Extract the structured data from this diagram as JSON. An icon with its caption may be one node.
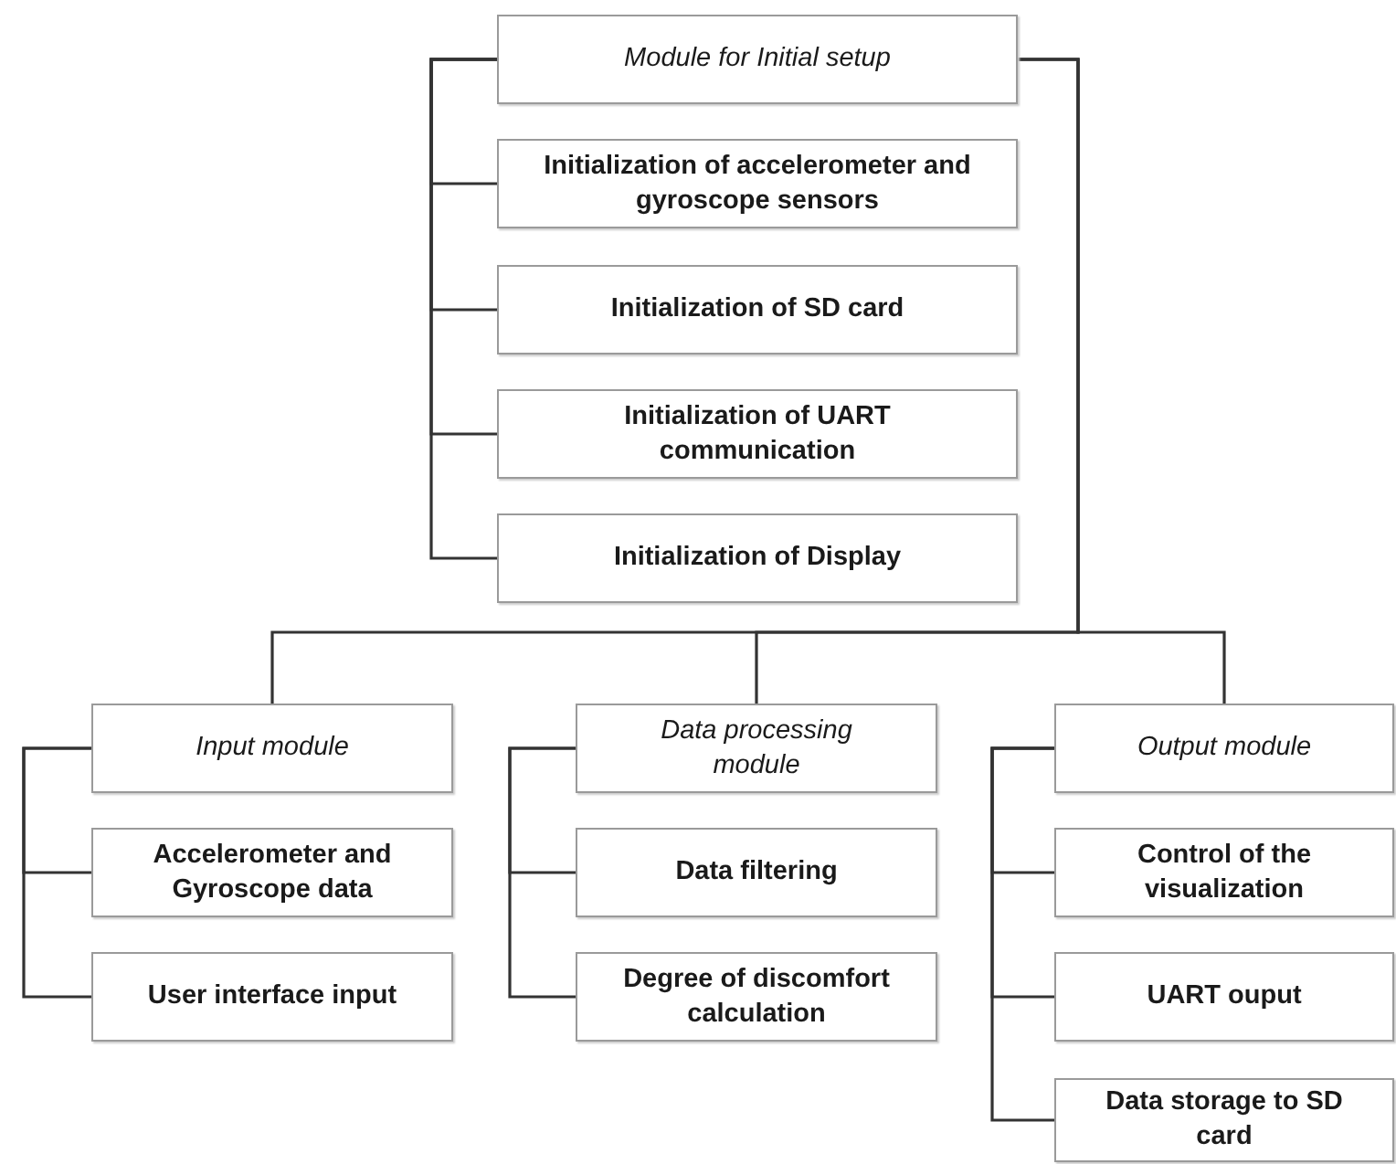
{
  "diagram": {
    "nodes": [
      {
        "text": [
          "Module for Initial setup"
        ]
      },
      {
        "text": [
          "Initialization of accelerometer and gyroscope sensors"
        ]
      },
      {
        "text": [
          "Initialization of SD card"
        ]
      },
      {
        "text": [
          "Initialization of UART communication"
        ]
      },
      {
        "text": [
          "Initialization of Display"
        ]
      },
      {
        "text": [
          "Input module"
        ]
      },
      {
        "text": [
          "Accelerometer and Gyroscope data"
        ]
      },
      {
        "text": [
          "User interface input"
        ]
      },
      {
        "text": [
          "Data processing module"
        ]
      },
      {
        "text": [
          "Data filtering"
        ]
      },
      {
        "text": [
          "Degree of discomfort calculation"
        ]
      },
      {
        "text": [
          "Output module"
        ]
      },
      {
        "text": [
          "Control of the visualization"
        ]
      },
      {
        "text": [
          "UART ouput"
        ]
      },
      {
        "text": [
          "Data storage to SD card"
        ]
      }
    ],
    "edges": [
      {
        "from": 0,
        "to": 1,
        "arrow": "none"
      },
      {
        "from": 0,
        "to": 2,
        "arrow": "none"
      },
      {
        "from": 0,
        "to": 3,
        "arrow": "none"
      },
      {
        "from": 0,
        "to": 4,
        "arrow": "none"
      },
      {
        "from": 0,
        "to": 5,
        "arrow": "none"
      },
      {
        "from": 0,
        "to": 8,
        "arrow": "none"
      },
      {
        "from": 0,
        "to": 11,
        "arrow": "none"
      },
      {
        "from": 5,
        "to": 6,
        "arrow": "none"
      },
      {
        "from": 5,
        "to": 7,
        "arrow": "none"
      },
      {
        "from": 8,
        "to": 9,
        "arrow": "none"
      },
      {
        "from": 8,
        "to": 10,
        "arrow": "none"
      },
      {
        "from": 11,
        "to": 12,
        "arrow": "none"
      },
      {
        "from": 11,
        "to": 13,
        "arrow": "none"
      },
      {
        "from": 11,
        "to": 14,
        "arrow": "none"
      }
    ]
  }
}
